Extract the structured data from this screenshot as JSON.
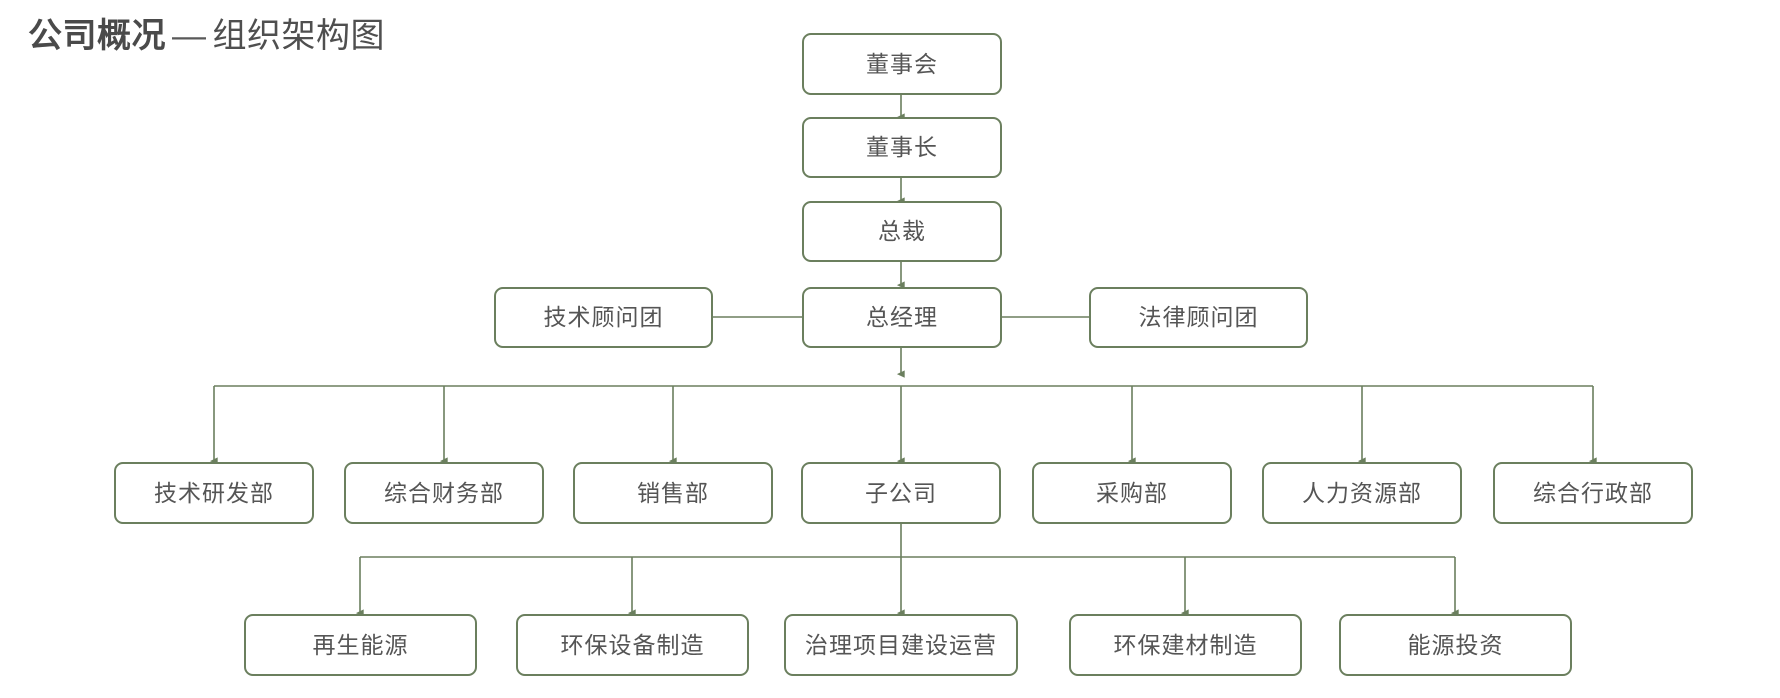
{
  "title": {
    "strong": "公司概况",
    "dash": "—",
    "rest": "组织架构图"
  },
  "theme": {
    "border_color": "#6b7f5e",
    "connector_color": "#6b7f5e",
    "node_fill": "#ffffff",
    "node_text_color": "#555555",
    "title_color": "#4a4a4a",
    "background": "#ffffff"
  },
  "chart_data": {
    "type": "diagram",
    "diagram_kind": "org-chart",
    "title": "公司概况 — 组织架构图",
    "orientation": "top-down",
    "levels": [
      {
        "level": 1,
        "nodes": [
          "董事会"
        ]
      },
      {
        "level": 2,
        "nodes": [
          "董事长"
        ]
      },
      {
        "level": 3,
        "nodes": [
          "总裁"
        ]
      },
      {
        "level": 4,
        "nodes": [
          "技术顾问团",
          "总经理",
          "法律顾问团"
        ]
      },
      {
        "level": 5,
        "nodes": [
          "技术研发部",
          "综合财务部",
          "销售部",
          "子公司",
          "采购部",
          "人力资源部",
          "综合行政部"
        ]
      },
      {
        "level": 6,
        "nodes": [
          "再生能源",
          "环保设备制造",
          "治理项目建设运营",
          "环保建材制造",
          "能源投资"
        ]
      }
    ],
    "edges": [
      {
        "from": "董事会",
        "to": "董事长",
        "style": "arrow"
      },
      {
        "from": "董事长",
        "to": "总裁",
        "style": "arrow"
      },
      {
        "from": "总裁",
        "to": "总经理",
        "style": "arrow"
      },
      {
        "from": "总经理",
        "to": "技术顾问团",
        "style": "line"
      },
      {
        "from": "总经理",
        "to": "法律顾问团",
        "style": "line"
      },
      {
        "from": "总经理",
        "to": "技术研发部",
        "style": "arrow"
      },
      {
        "from": "总经理",
        "to": "综合财务部",
        "style": "arrow"
      },
      {
        "from": "总经理",
        "to": "销售部",
        "style": "arrow"
      },
      {
        "from": "总经理",
        "to": "子公司",
        "style": "arrow"
      },
      {
        "from": "总经理",
        "to": "采购部",
        "style": "arrow"
      },
      {
        "from": "总经理",
        "to": "人力资源部",
        "style": "arrow"
      },
      {
        "from": "总经理",
        "to": "综合行政部",
        "style": "arrow"
      },
      {
        "from": "子公司",
        "to": "再生能源",
        "style": "arrow"
      },
      {
        "from": "子公司",
        "to": "环保设备制造",
        "style": "arrow"
      },
      {
        "from": "子公司",
        "to": "治理项目建设运营",
        "style": "arrow"
      },
      {
        "from": "子公司",
        "to": "环保建材制造",
        "style": "arrow"
      },
      {
        "from": "子公司",
        "to": "能源投资",
        "style": "arrow"
      }
    ]
  },
  "nodes": {
    "board": "董事会",
    "chairman": "董事长",
    "president": "总裁",
    "tech_advisors": "技术顾问团",
    "general_manager": "总经理",
    "legal_advisors": "法律顾问团",
    "dept_rd": "技术研发部",
    "dept_finance": "综合财务部",
    "dept_sales": "销售部",
    "dept_subsidiary": "子公司",
    "dept_purchasing": "采购部",
    "dept_hr": "人力资源部",
    "dept_admin": "综合行政部",
    "sub_renewable": "再生能源",
    "sub_equipment": "环保设备制造",
    "sub_project": "治理项目建设运营",
    "sub_materials": "环保建材制造",
    "sub_investment": "能源投资"
  }
}
